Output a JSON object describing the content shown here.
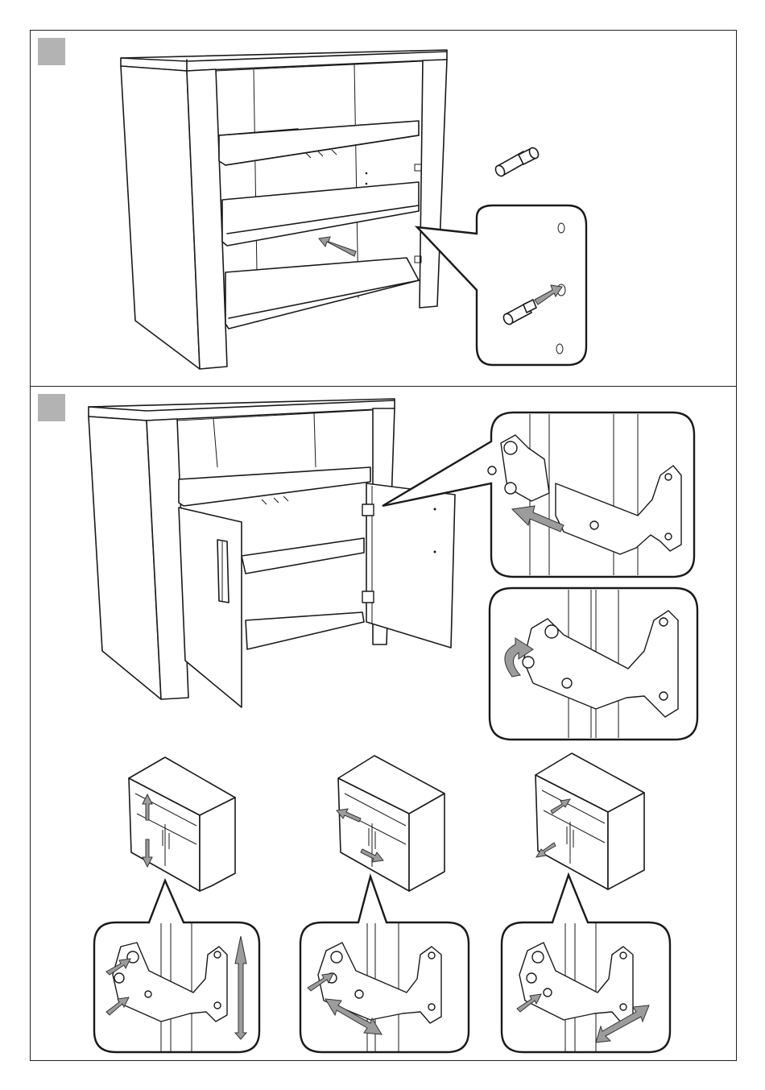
{
  "document": {
    "step_badges": [
      "",
      ""
    ],
    "colors": {
      "badge": "#b3b3b3",
      "arrow": "#9c9c9c",
      "line": "#1a1a1a"
    },
    "illustrations": {
      "step1": [
        "cabinet-with-shelves",
        "shelf-pin",
        "shelf-pin-detail-callout"
      ],
      "step2": [
        "cabinet-with-open-doors",
        "hinge-attach-callout",
        "hinge-lock-callout"
      ],
      "adjustments": [
        "height-adjustment",
        "side-adjustment",
        "depth-adjustment"
      ]
    }
  }
}
